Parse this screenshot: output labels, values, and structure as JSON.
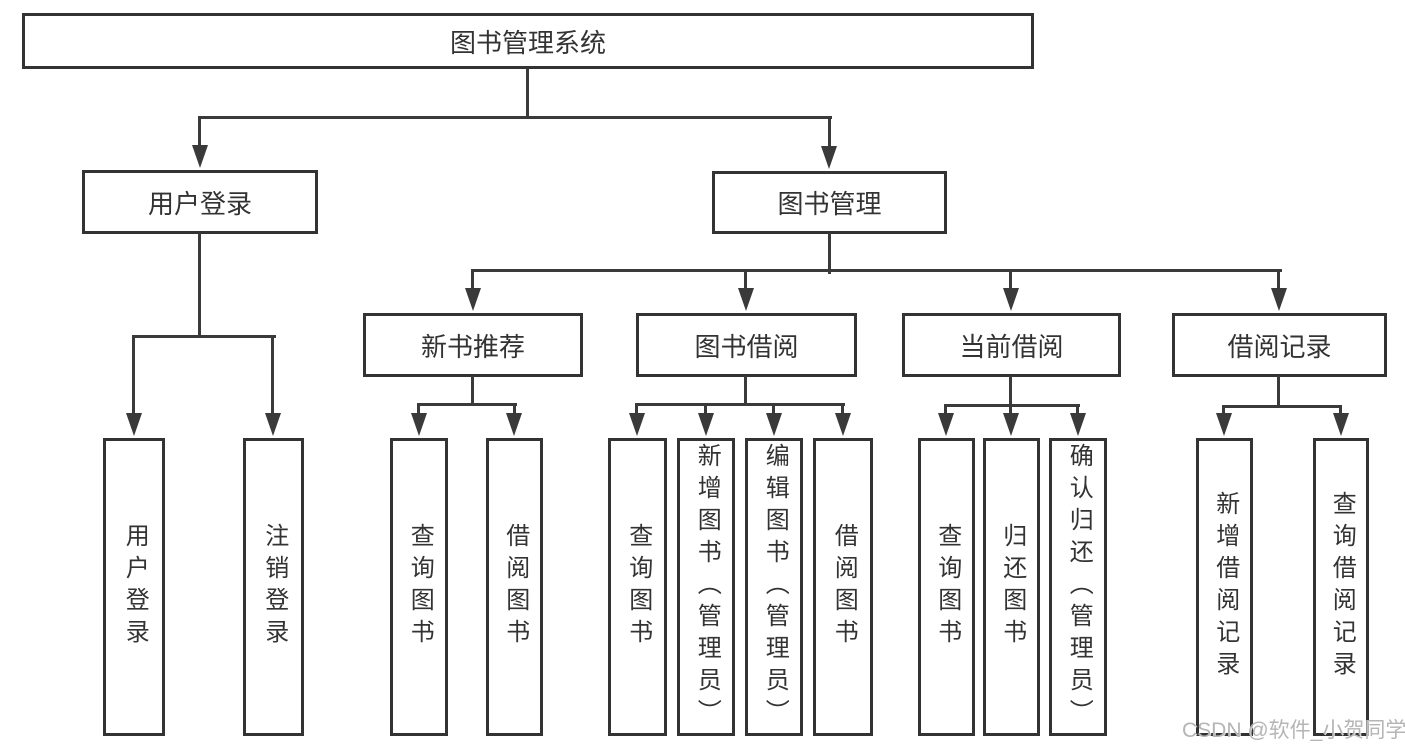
{
  "diagram": {
    "root": {
      "label": "图书管理系统"
    },
    "level2": [
      {
        "label": "用户登录"
      },
      {
        "label": "图书管理"
      }
    ],
    "level3": [
      {
        "label": "新书推荐"
      },
      {
        "label": "图书借阅"
      },
      {
        "label": "当前借阅"
      },
      {
        "label": "借阅记录"
      }
    ],
    "leaves": {
      "user_login": [
        {
          "label": "用户登录"
        },
        {
          "label": "注销登录"
        }
      ],
      "new_book": [
        {
          "label": "查询图书"
        },
        {
          "label": "借阅图书"
        }
      ],
      "book_borrow": [
        {
          "label": "查询图书"
        },
        {
          "label": "新增图书（管理员）"
        },
        {
          "label": "编辑图书（管理员）"
        },
        {
          "label": "借阅图书"
        }
      ],
      "current_borrow": [
        {
          "label": "查询图书"
        },
        {
          "label": "归还图书"
        },
        {
          "label": "确认归还（管理员）"
        }
      ],
      "borrow_record": [
        {
          "label": "新增借阅记录"
        },
        {
          "label": "查询借阅记录"
        }
      ]
    }
  },
  "watermark": {
    "text": "CSDN @软件_小贺同学",
    "color": "#b5b5b5"
  },
  "colors": {
    "line": "#3a3a3a",
    "border": "#333333",
    "text": "#333333",
    "background": "#ffffff"
  }
}
